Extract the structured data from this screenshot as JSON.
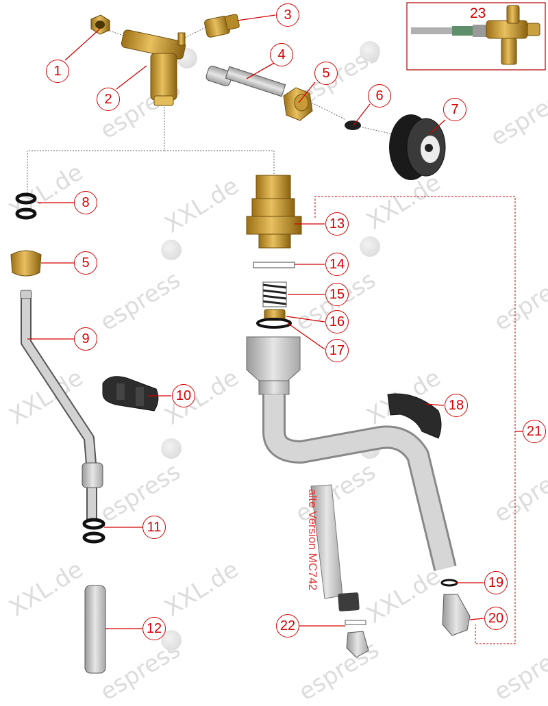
{
  "watermark": {
    "word_a": "espress",
    "word_b": "XXL.de"
  },
  "callouts": [
    {
      "id": "callout-1",
      "label": "1"
    },
    {
      "id": "callout-2",
      "label": "2"
    },
    {
      "id": "callout-3",
      "label": "3"
    },
    {
      "id": "callout-4",
      "label": "4"
    },
    {
      "id": "callout-5-top",
      "label": "5"
    },
    {
      "id": "callout-6",
      "label": "6"
    },
    {
      "id": "callout-7",
      "label": "7"
    },
    {
      "id": "callout-8",
      "label": "8"
    },
    {
      "id": "callout-5-left",
      "label": "5"
    },
    {
      "id": "callout-9",
      "label": "9"
    },
    {
      "id": "callout-10",
      "label": "10"
    },
    {
      "id": "callout-11",
      "label": "11"
    },
    {
      "id": "callout-12",
      "label": "12"
    },
    {
      "id": "callout-13",
      "label": "13"
    },
    {
      "id": "callout-14",
      "label": "14"
    },
    {
      "id": "callout-15",
      "label": "15"
    },
    {
      "id": "callout-16",
      "label": "16"
    },
    {
      "id": "callout-17",
      "label": "17"
    },
    {
      "id": "callout-18",
      "label": "18"
    },
    {
      "id": "callout-19",
      "label": "19"
    },
    {
      "id": "callout-20",
      "label": "20"
    },
    {
      "id": "callout-21",
      "label": "21"
    },
    {
      "id": "callout-22",
      "label": "22"
    }
  ],
  "inset": {
    "label": "23"
  },
  "vertical_note": "alte Version MC742",
  "colors": {
    "callout_red": "#d40000",
    "brass": "#d4a53a",
    "steel": "#c8c8c8",
    "rubber": "#2a2a2a"
  }
}
